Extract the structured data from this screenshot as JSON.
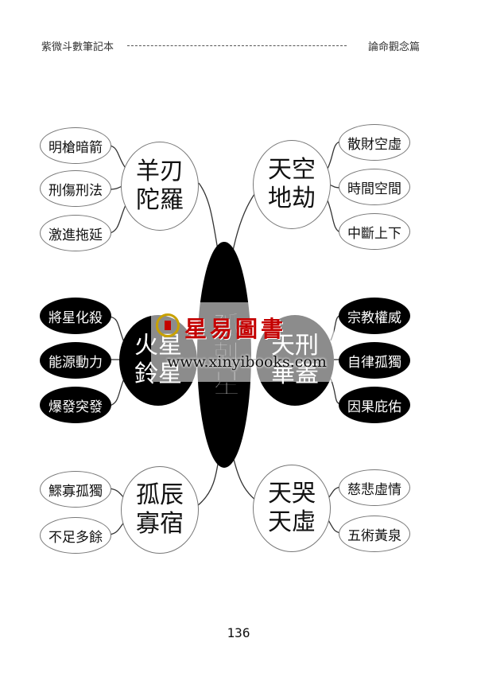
{
  "header": {
    "left": "紫微斗數筆記本",
    "right": "論命觀念篇"
  },
  "center": {
    "label": "孤剋星"
  },
  "groups": {
    "top_left": {
      "label": "羊刃\n陀羅",
      "style": "light",
      "leaves": [
        "明槍暗箭",
        "刑傷刑法",
        "激進拖延"
      ],
      "leaf_style": "light"
    },
    "top_right": {
      "label": "天空\n地劫",
      "style": "light",
      "leaves": [
        "散財空虛",
        "時間空間",
        "中斷上下"
      ],
      "leaf_style": "light"
    },
    "mid_left": {
      "label": "火星\n鈴星",
      "style": "dark",
      "leaves": [
        "將星化殺",
        "能源動力",
        "爆發突發"
      ],
      "leaf_style": "dark"
    },
    "mid_right": {
      "label": "天刑\n華蓋",
      "style": "dark",
      "leaves": [
        "宗教權威",
        "自律孤獨",
        "因果庇佑"
      ],
      "leaf_style": "dark"
    },
    "bot_left": {
      "label": "孤辰\n寡宿",
      "style": "light",
      "leaves": [
        "鰥寡孤獨",
        "不足多餘"
      ],
      "leaf_style": "light"
    },
    "bot_right": {
      "label": "天哭\n天虛",
      "style": "light",
      "leaves": [
        "慈悲虛情",
        "五術黃泉"
      ],
      "leaf_style": "light"
    }
  },
  "watermark": {
    "title": "星易圖書",
    "url": "www.xinyibooks.com"
  },
  "page_number": "136"
}
